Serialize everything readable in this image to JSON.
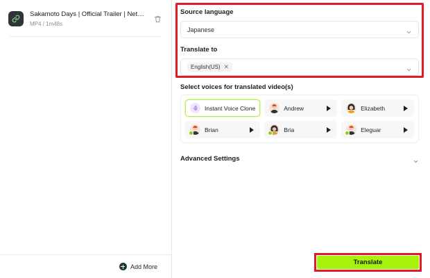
{
  "left_panel": {
    "file": {
      "icon": "link-file-icon",
      "name": "Sakamoto Days | Official Trailer | Netfli...",
      "meta": "MP4 / 1m48s",
      "delete_icon": "trash-icon"
    },
    "add_more": {
      "label": "Add More",
      "icon": "plus-circle-icon"
    }
  },
  "right_panel": {
    "source_language": {
      "label": "Source language",
      "value": "Japanese",
      "chevron": "chevron-down-icon"
    },
    "translate_to": {
      "label": "Translate to",
      "chips": [
        {
          "label": "English(US)",
          "remove_icon": "close-icon"
        }
      ],
      "chevron": "chevron-down-icon"
    },
    "voices": {
      "label": "Select voices for translated video(s)",
      "items": [
        {
          "name": "Instant Voice Clone",
          "selected": true,
          "avatar": "microphone-icon",
          "has_play": false,
          "has_badge": false
        },
        {
          "name": "Andrew",
          "selected": false,
          "avatar": "avatar-andrew",
          "has_play": true,
          "has_badge": false
        },
        {
          "name": "Elizabeth",
          "selected": false,
          "avatar": "avatar-elizabeth",
          "has_play": true,
          "has_badge": false
        },
        {
          "name": "Brian",
          "selected": false,
          "avatar": "avatar-brian",
          "has_play": true,
          "has_badge": true
        },
        {
          "name": "Bria",
          "selected": false,
          "avatar": "avatar-bria",
          "has_play": true,
          "has_badge": true
        },
        {
          "name": "Eleguar",
          "selected": false,
          "avatar": "avatar-eleguar",
          "has_play": true,
          "has_badge": true
        }
      ]
    },
    "advanced_settings": {
      "label": "Advanced Settings",
      "chevron": "chevron-down-icon"
    },
    "translate_button": {
      "label": "Translate"
    }
  },
  "colors": {
    "annotation_red": "#e01b24",
    "action_green": "#a6f20a",
    "selected_border": "#b4ee4a",
    "badge_green": "#8fd117"
  }
}
